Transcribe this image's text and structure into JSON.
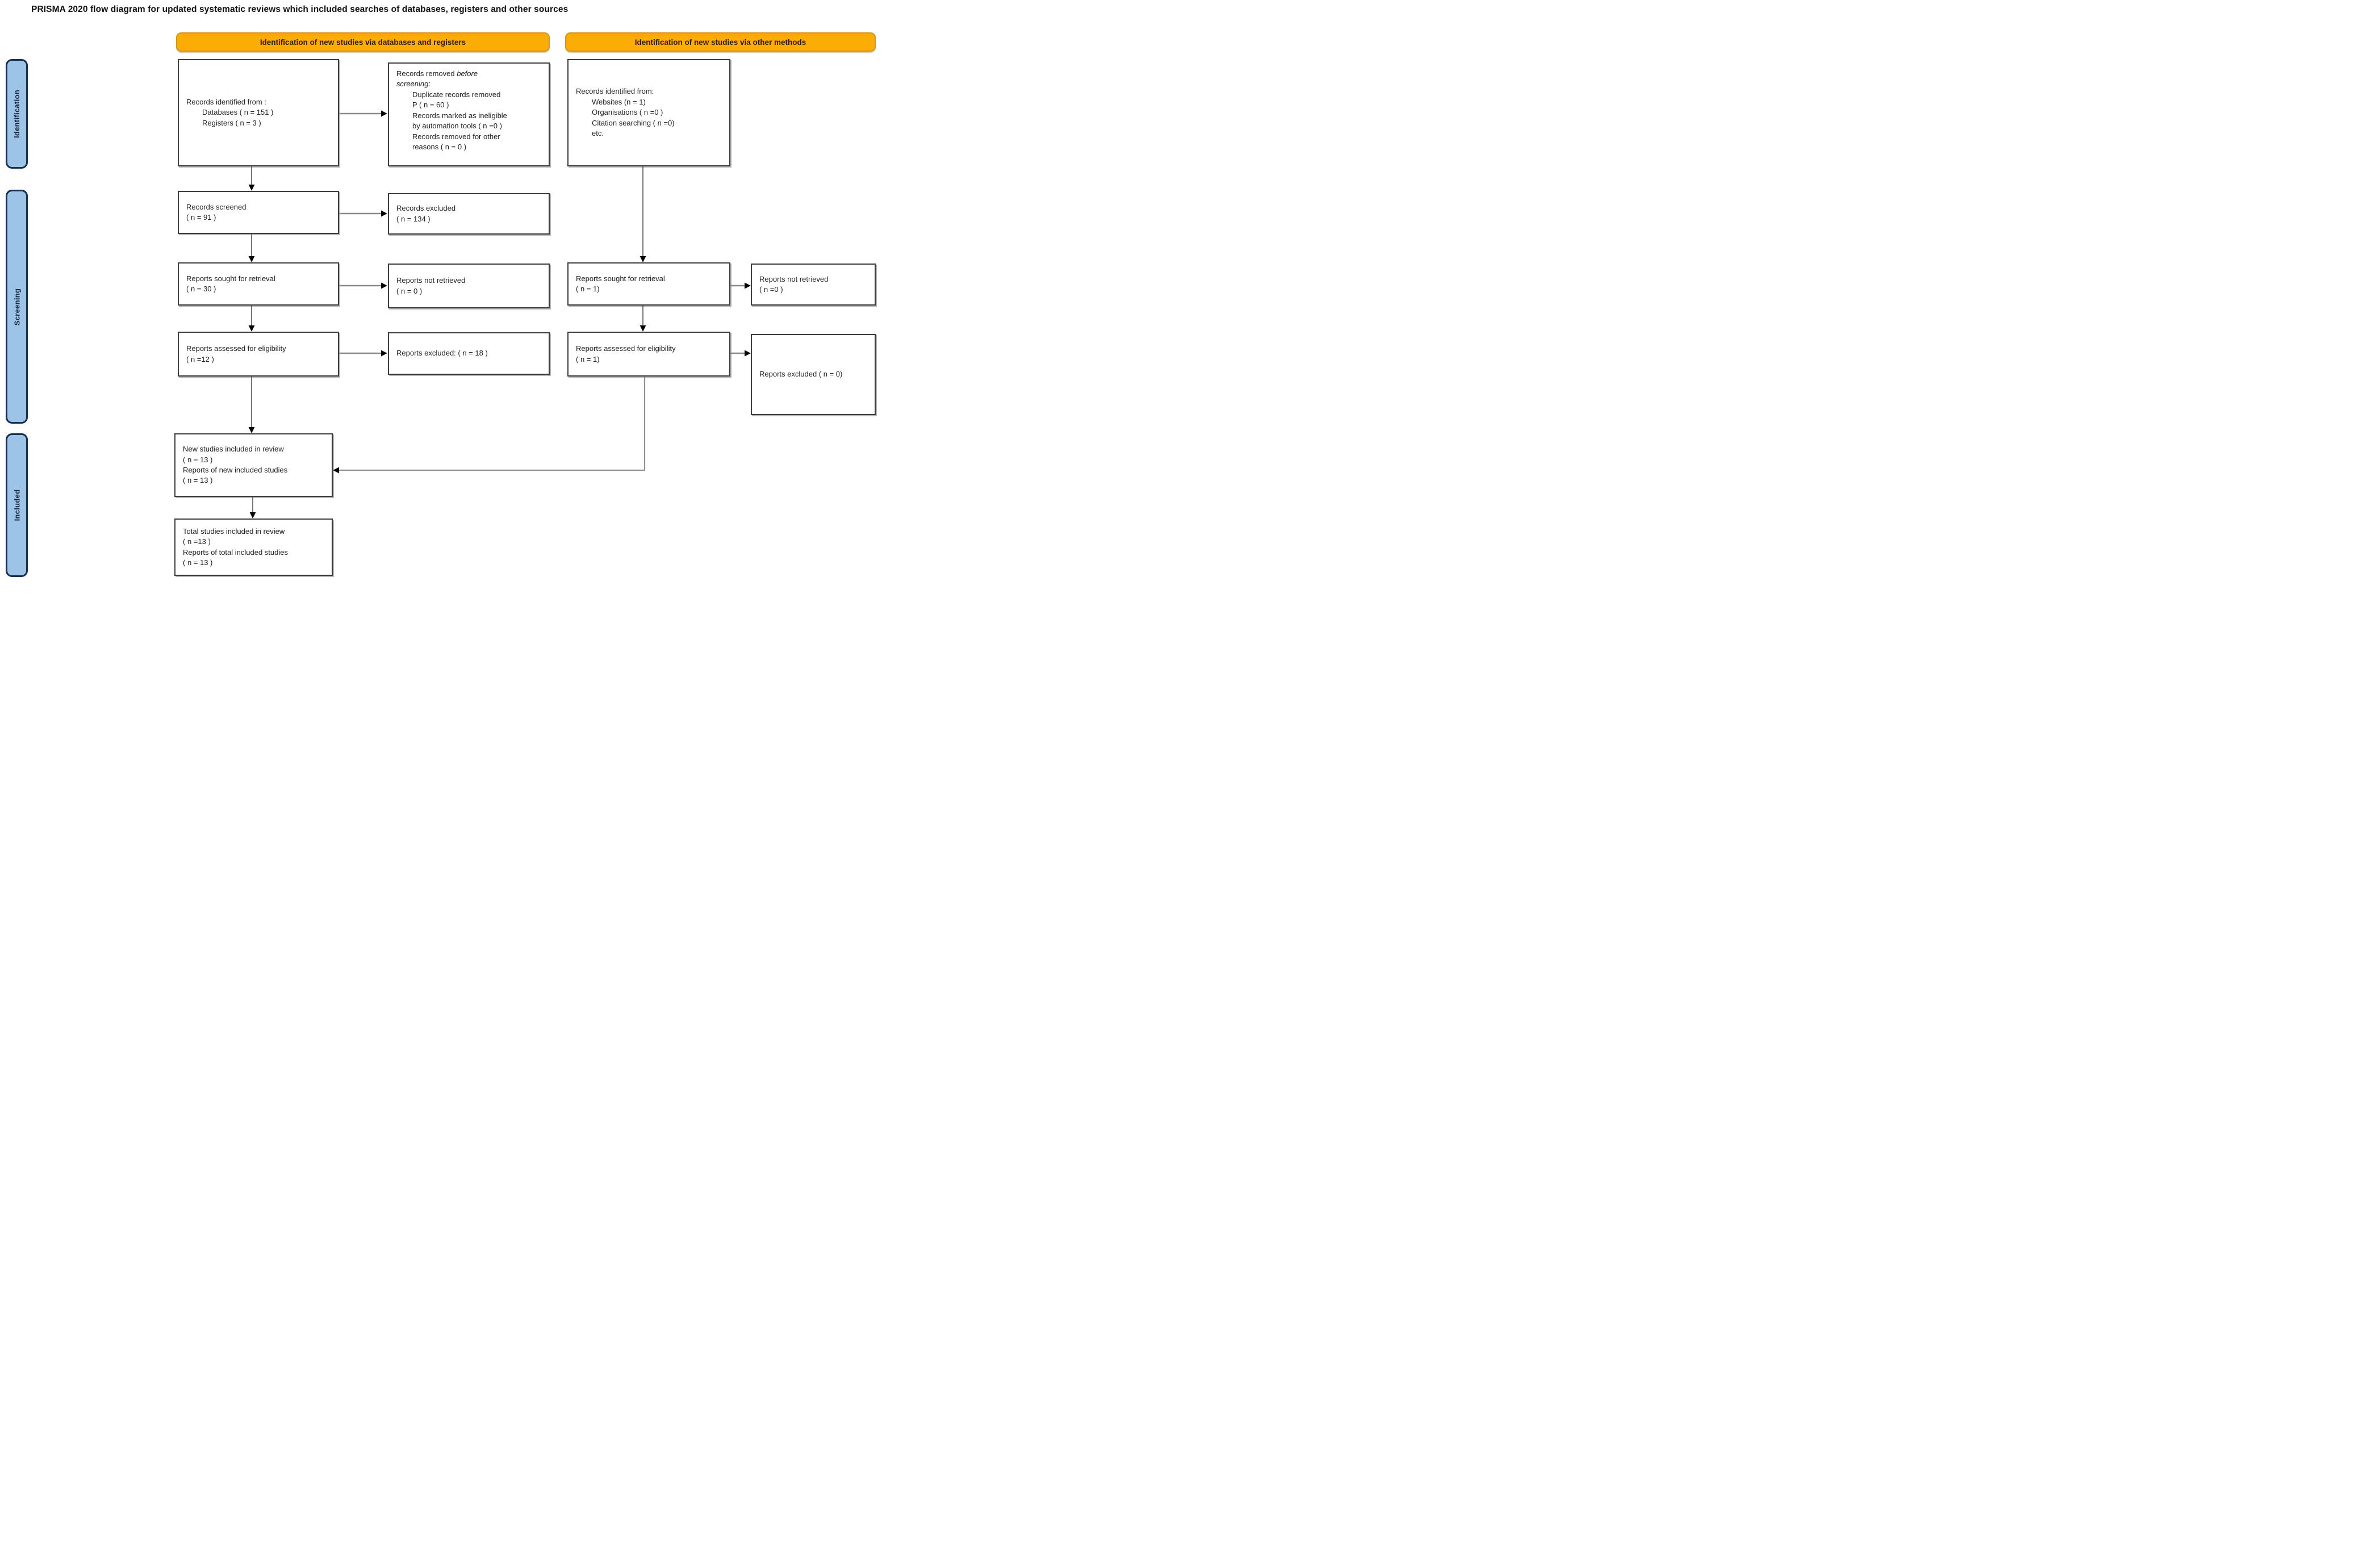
{
  "title": "PRISMA 2020 flow diagram for updated systematic reviews which included searches of databases, registers and other sources",
  "headers": {
    "databases": "Identification of new studies via databases and registers",
    "other_methods": "Identification of new studies via other methods"
  },
  "sidebar": {
    "identification": "Identification",
    "screening": "Screening",
    "included": "Included"
  },
  "colors": {
    "band_fill": "#FCAD05",
    "sidebar_fill": "#9DC3E6",
    "box_border": "#3d3d3d",
    "arrowhead": "#000000"
  },
  "boxes": {
    "records_identified_db": {
      "line1": "Records identified from :",
      "items": [
        "Databases ( n = 151 )",
        "Registers ( n = 3 )"
      ]
    },
    "records_removed": {
      "normal": "Records removed ",
      "italic1": "before",
      "italic2": "screening",
      "colon": ":",
      "items": [
        "Duplicate records removed",
        "P ( n = 60 )",
        "Records marked as ineligible",
        "by automation tools ( n =0 )",
        "Records removed for other",
        "reasons ( n = 0 )"
      ]
    },
    "records_screened": {
      "lines": [
        "Records screened",
        "( n = 91 )"
      ]
    },
    "records_excluded": {
      "lines": [
        "Records excluded",
        "( n = 134 )"
      ]
    },
    "reports_sought_db": {
      "lines": [
        "Reports sought for retrieval",
        "( n = 30 )"
      ]
    },
    "reports_not_retrieved_db": {
      "lines": [
        "Reports not retrieved",
        "( n = 0 )"
      ]
    },
    "reports_assessed_db": {
      "lines": [
        "Reports assessed for eligibility",
        "( n =12 )"
      ]
    },
    "reports_excluded_db": {
      "lines": [
        "Reports excluded: ( n = 18 )"
      ]
    },
    "new_studies": {
      "lines": [
        "New studies included in review",
        "( n = 13 )",
        "Reports of new included studies",
        "( n = 13 )"
      ]
    },
    "total_studies": {
      "lines": [
        "Total studies included in review",
        "( n =13 )",
        "Reports of total included studies",
        "( n = 13 )"
      ]
    },
    "records_identified_other": {
      "line1": "Records identified from:",
      "items": [
        "Websites (n = 1)",
        "Organisations ( n =0 )",
        "Citation searching ( n =0)",
        "etc."
      ]
    },
    "reports_sought_other": {
      "lines": [
        "Reports sought for retrieval",
        "( n = 1)"
      ]
    },
    "reports_not_retrieved_other": {
      "lines": [
        "Reports not retrieved",
        "( n =0 )"
      ]
    },
    "reports_assessed_other": {
      "lines": [
        "Reports assessed for eligibility",
        "( n = 1)"
      ]
    },
    "reports_excluded_other": {
      "lines": [
        "Reports excluded ( n = 0)"
      ]
    }
  }
}
